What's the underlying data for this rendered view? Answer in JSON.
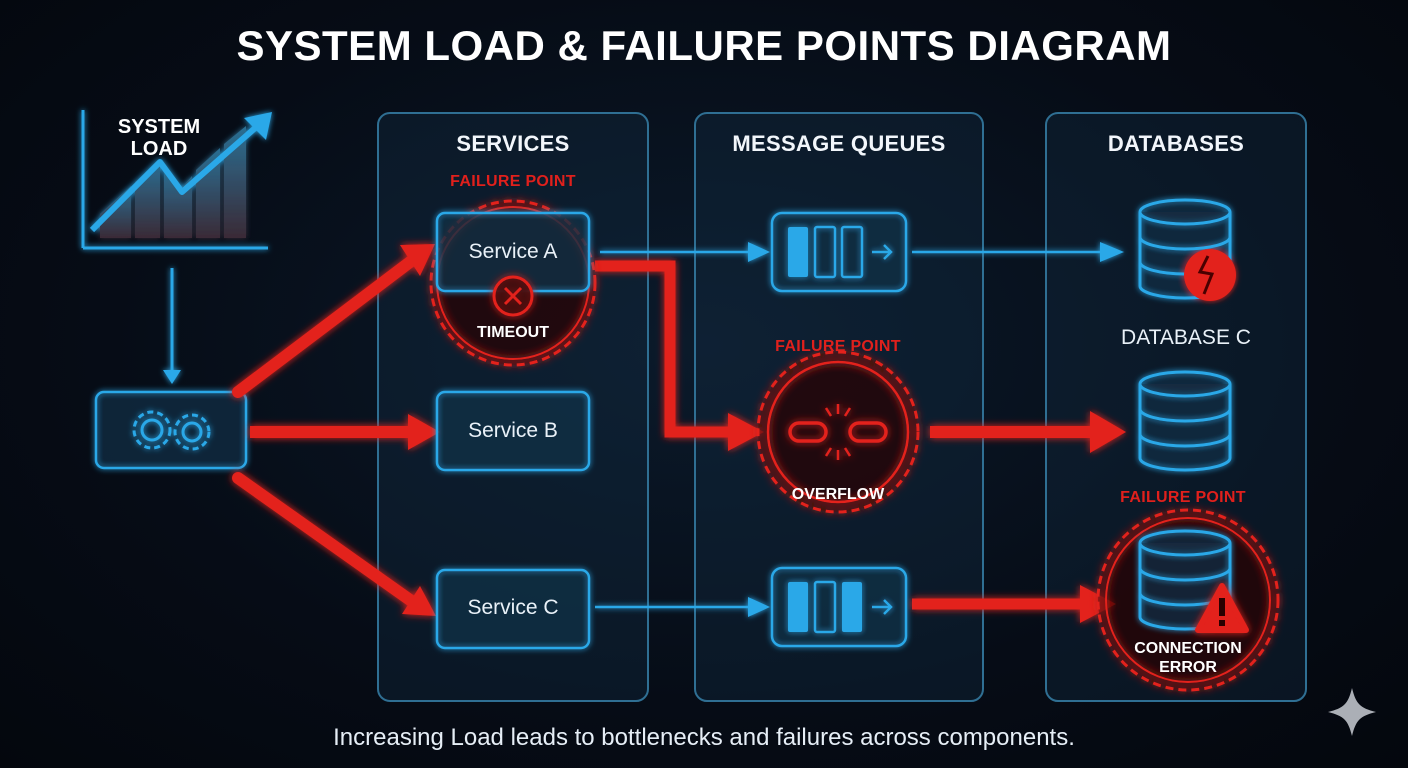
{
  "title": "SYSTEM LOAD & FAILURE POINTS DIAGRAM",
  "caption": "Increasing Load leads to bottlenecks and failures across components.",
  "load": {
    "line1": "SYSTEM",
    "line2": "LOAD"
  },
  "columns": {
    "services": "SERVICES",
    "queues": "MESSAGE QUEUES",
    "databases": "DATABASES"
  },
  "services": [
    {
      "name": "Service A",
      "failure_label": "FAILURE POINT",
      "error": "TIMEOUT"
    },
    {
      "name": "Service B"
    },
    {
      "name": "Service C"
    }
  ],
  "queues": {
    "failure_label": "FAILURE POINT",
    "error": "OVERFLOW"
  },
  "databases": {
    "label": "DATABASE C",
    "failure_label": "FAILURE POINT",
    "error_line1": "CONNECTION",
    "error_line2": "ERROR"
  },
  "colors": {
    "accent_blue": "#2aa8e8",
    "failure_red": "#e3201b",
    "panel_border": "#2f6f93"
  },
  "icons": [
    "trend-chart-icon",
    "gears-icon",
    "x-circle-icon",
    "broken-chain-icon",
    "broken-database-icon",
    "warning-icon",
    "sparkle-icon"
  ]
}
